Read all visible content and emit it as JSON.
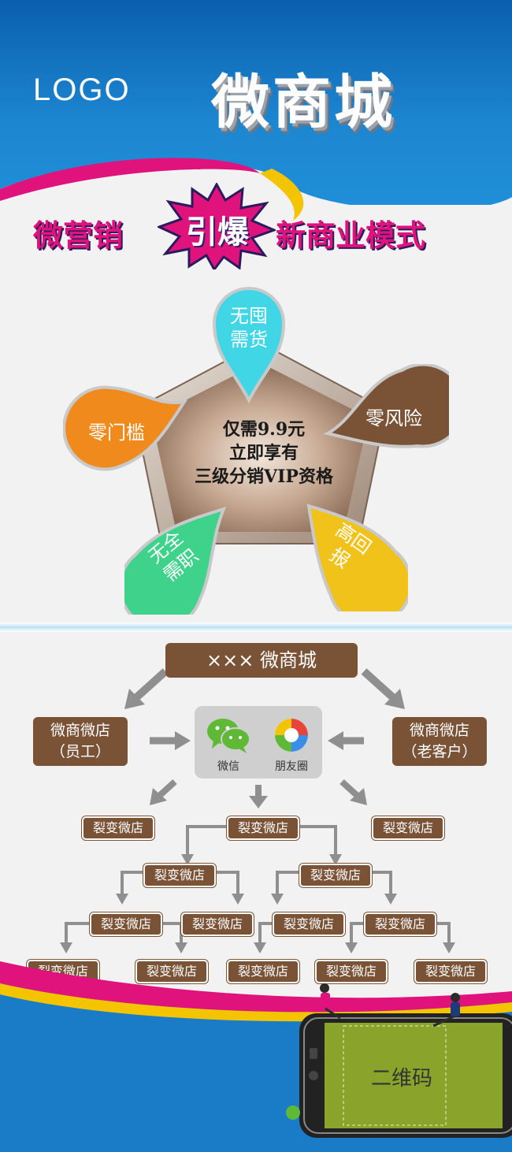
{
  "header": {
    "logo": "LOGO",
    "title": "微商城"
  },
  "slogan": {
    "left": "微营销",
    "burst": "引爆",
    "right": "新商业模式"
  },
  "pentagon": {
    "center_lines": [
      "仅需9.9元",
      "立即享有",
      "三级分销VIP资格"
    ],
    "petals": [
      {
        "label": "无囤\n需货",
        "color": "#41d6e6"
      },
      {
        "label": "零风险",
        "color": "#7a5236"
      },
      {
        "label": "高回\n报",
        "color": "#f0c21a"
      },
      {
        "label": "无全\n需职",
        "color": "#3ed28a"
      },
      {
        "label": "零门槛",
        "color": "#f08a1c"
      }
    ]
  },
  "diagram": {
    "top": "××× 微商城",
    "left_store": [
      "微商微店",
      "（员工）"
    ],
    "right_store": [
      "微商微店",
      "（老客户）"
    ],
    "hub": {
      "wechat": "微信",
      "moments": "朋友圈"
    },
    "tag_label": "裂变微店"
  },
  "footer": {
    "qr_label": "二维码"
  }
}
